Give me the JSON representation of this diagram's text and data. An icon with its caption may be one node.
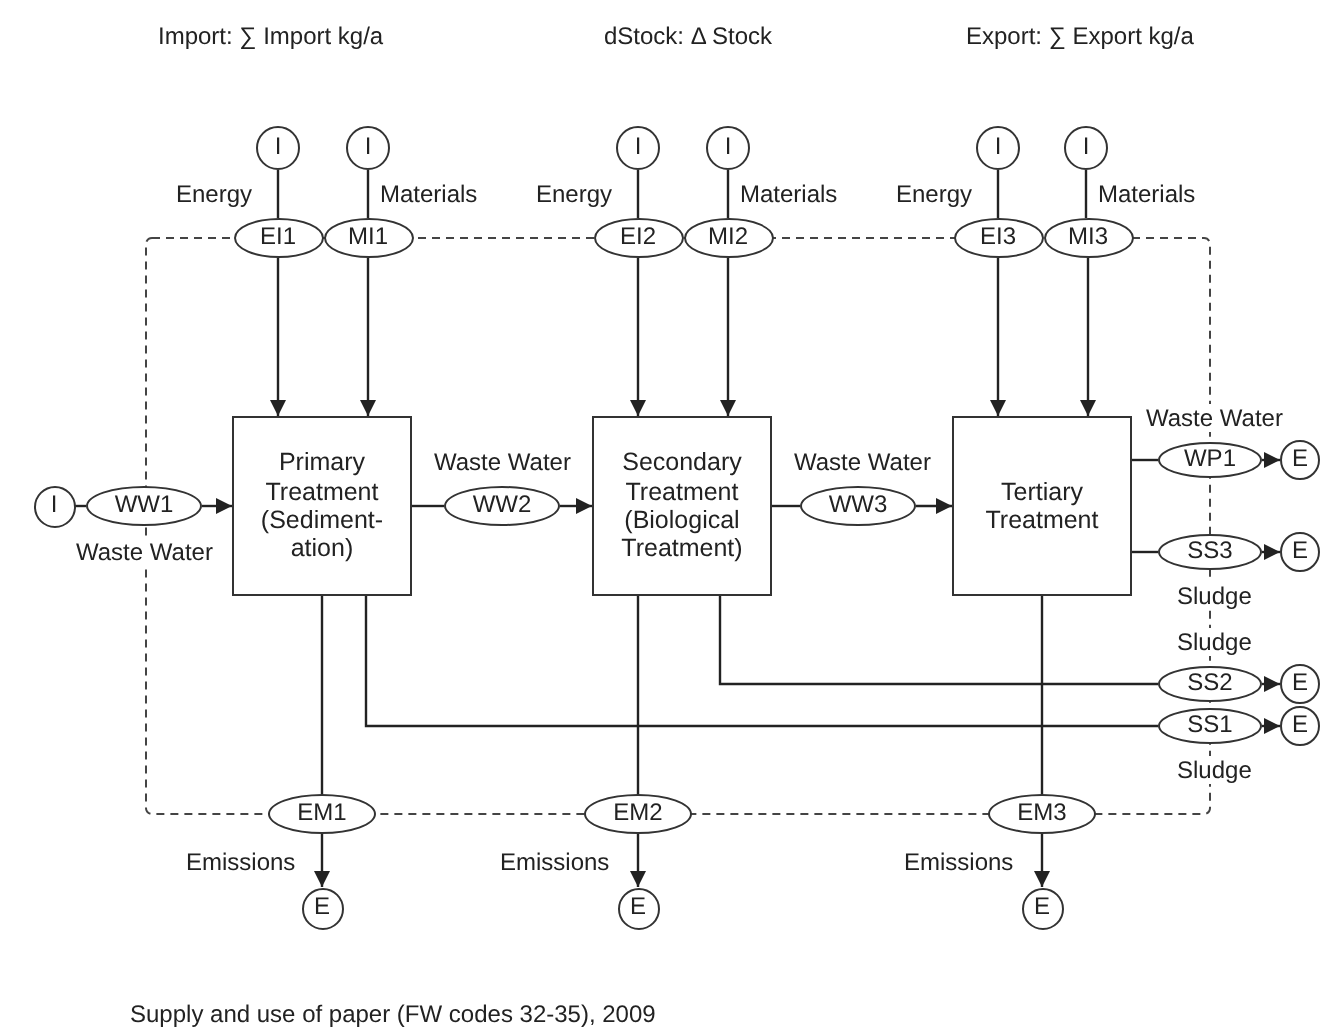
{
  "diagram": {
    "caption": "Supply and use of paper (FW codes 32-35), 2009",
    "nodes": [
      {
        "text": [
          "I"
        ]
      },
      {
        "text": [
          "I"
        ]
      },
      {
        "text": [
          "I"
        ]
      },
      {
        "text": [
          "I"
        ]
      },
      {
        "text": [
          "I"
        ]
      },
      {
        "text": [
          "I"
        ]
      },
      {
        "text": [
          "EI1"
        ],
        "beside": [
          "Energy"
        ]
      },
      {
        "text": [
          "MI1"
        ],
        "beside": [
          "Materials"
        ]
      },
      {
        "text": [
          "EI2"
        ],
        "beside": [
          "Energy"
        ]
      },
      {
        "text": [
          "MI2"
        ],
        "beside": [
          "Materials"
        ]
      },
      {
        "text": [
          "EI3"
        ],
        "beside": [
          "Energy"
        ]
      },
      {
        "text": [
          "MI3"
        ],
        "beside": [
          "Materials"
        ]
      },
      {
        "text": [
          "I"
        ]
      },
      {
        "text": [
          "WW1"
        ],
        "beside": [
          "Waste Water"
        ]
      },
      {
        "text": [
          "Primary Treatment (Sediment- ation)"
        ]
      },
      {
        "text": [
          "WW2"
        ],
        "beside": [
          "Waste Water"
        ]
      },
      {
        "text": [
          "Secondary Treatment (Biological Treatment)"
        ]
      },
      {
        "text": [
          "WW3"
        ],
        "beside": [
          "Waste Water"
        ]
      },
      {
        "text": [
          "Tertiary Treatment"
        ]
      },
      {
        "text": [
          "WP1"
        ],
        "beside": [
          "Waste Water"
        ]
      },
      {
        "text": [
          "E"
        ]
      },
      {
        "text": [
          "SS3"
        ],
        "beside": [
          "Sludge"
        ]
      },
      {
        "text": [
          "E"
        ]
      },
      {
        "text": [
          "SS2"
        ],
        "beside": [
          "Sludge"
        ]
      },
      {
        "text": [
          "E"
        ]
      },
      {
        "text": [
          "SS1"
        ],
        "beside": [
          "Sludge"
        ]
      },
      {
        "text": [
          "E"
        ]
      },
      {
        "text": [
          "EM1"
        ],
        "beside": [
          "Emissions"
        ]
      },
      {
        "text": [
          "EM2"
        ],
        "beside": [
          "Emissions"
        ]
      },
      {
        "text": [
          "EM3"
        ],
        "beside": [
          "Emissions"
        ]
      },
      {
        "text": [
          "E"
        ]
      },
      {
        "text": [
          "E"
        ]
      },
      {
        "text": [
          "E"
        ]
      }
    ],
    "edges": [
      {
        "from": 0,
        "to": 6,
        "arrow": "none"
      },
      {
        "from": 1,
        "to": 7,
        "arrow": "none"
      },
      {
        "from": 2,
        "to": 8,
        "arrow": "none"
      },
      {
        "from": 3,
        "to": 9,
        "arrow": "none"
      },
      {
        "from": 4,
        "to": 10,
        "arrow": "none"
      },
      {
        "from": 5,
        "to": 11,
        "arrow": "none"
      },
      {
        "from": 6,
        "to": 14,
        "arrow": "to"
      },
      {
        "from": 7,
        "to": 14,
        "arrow": "to"
      },
      {
        "from": 8,
        "to": 16,
        "arrow": "to"
      },
      {
        "from": 9,
        "to": 16,
        "arrow": "to"
      },
      {
        "from": 10,
        "to": 18,
        "arrow": "to"
      },
      {
        "from": 11,
        "to": 18,
        "arrow": "to"
      },
      {
        "from": 12,
        "to": 13,
        "arrow": "none"
      },
      {
        "from": 13,
        "to": 14,
        "arrow": "to"
      },
      {
        "from": 14,
        "to": 15,
        "arrow": "none"
      },
      {
        "from": 15,
        "to": 16,
        "arrow": "to"
      },
      {
        "from": 16,
        "to": 17,
        "arrow": "none"
      },
      {
        "from": 17,
        "to": 18,
        "arrow": "to"
      },
      {
        "from": 18,
        "to": 19,
        "arrow": "none"
      },
      {
        "from": 19,
        "to": 20,
        "arrow": "to"
      },
      {
        "from": 18,
        "to": 21,
        "arrow": "none"
      },
      {
        "from": 21,
        "to": 22,
        "arrow": "to"
      },
      {
        "from": 16,
        "to": 23,
        "arrow": "none"
      },
      {
        "from": 23,
        "to": 24,
        "arrow": "to"
      },
      {
        "from": 14,
        "to": 25,
        "arrow": "none"
      },
      {
        "from": 25,
        "to": 26,
        "arrow": "to"
      },
      {
        "from": 14,
        "to": 27,
        "arrow": "none"
      },
      {
        "from": 27,
        "to": 30,
        "arrow": "to"
      },
      {
        "from": 16,
        "to": 28,
        "arrow": "none"
      },
      {
        "from": 28,
        "to": 31,
        "arrow": "to"
      },
      {
        "from": 18,
        "to": 29,
        "arrow": "none"
      },
      {
        "from": 29,
        "to": 32,
        "arrow": "to"
      }
    ],
    "labels": [
      "Import: ∑ Import kg/a",
      "dStock: Δ Stock",
      "Export: ∑ Export kg/a"
    ]
  }
}
